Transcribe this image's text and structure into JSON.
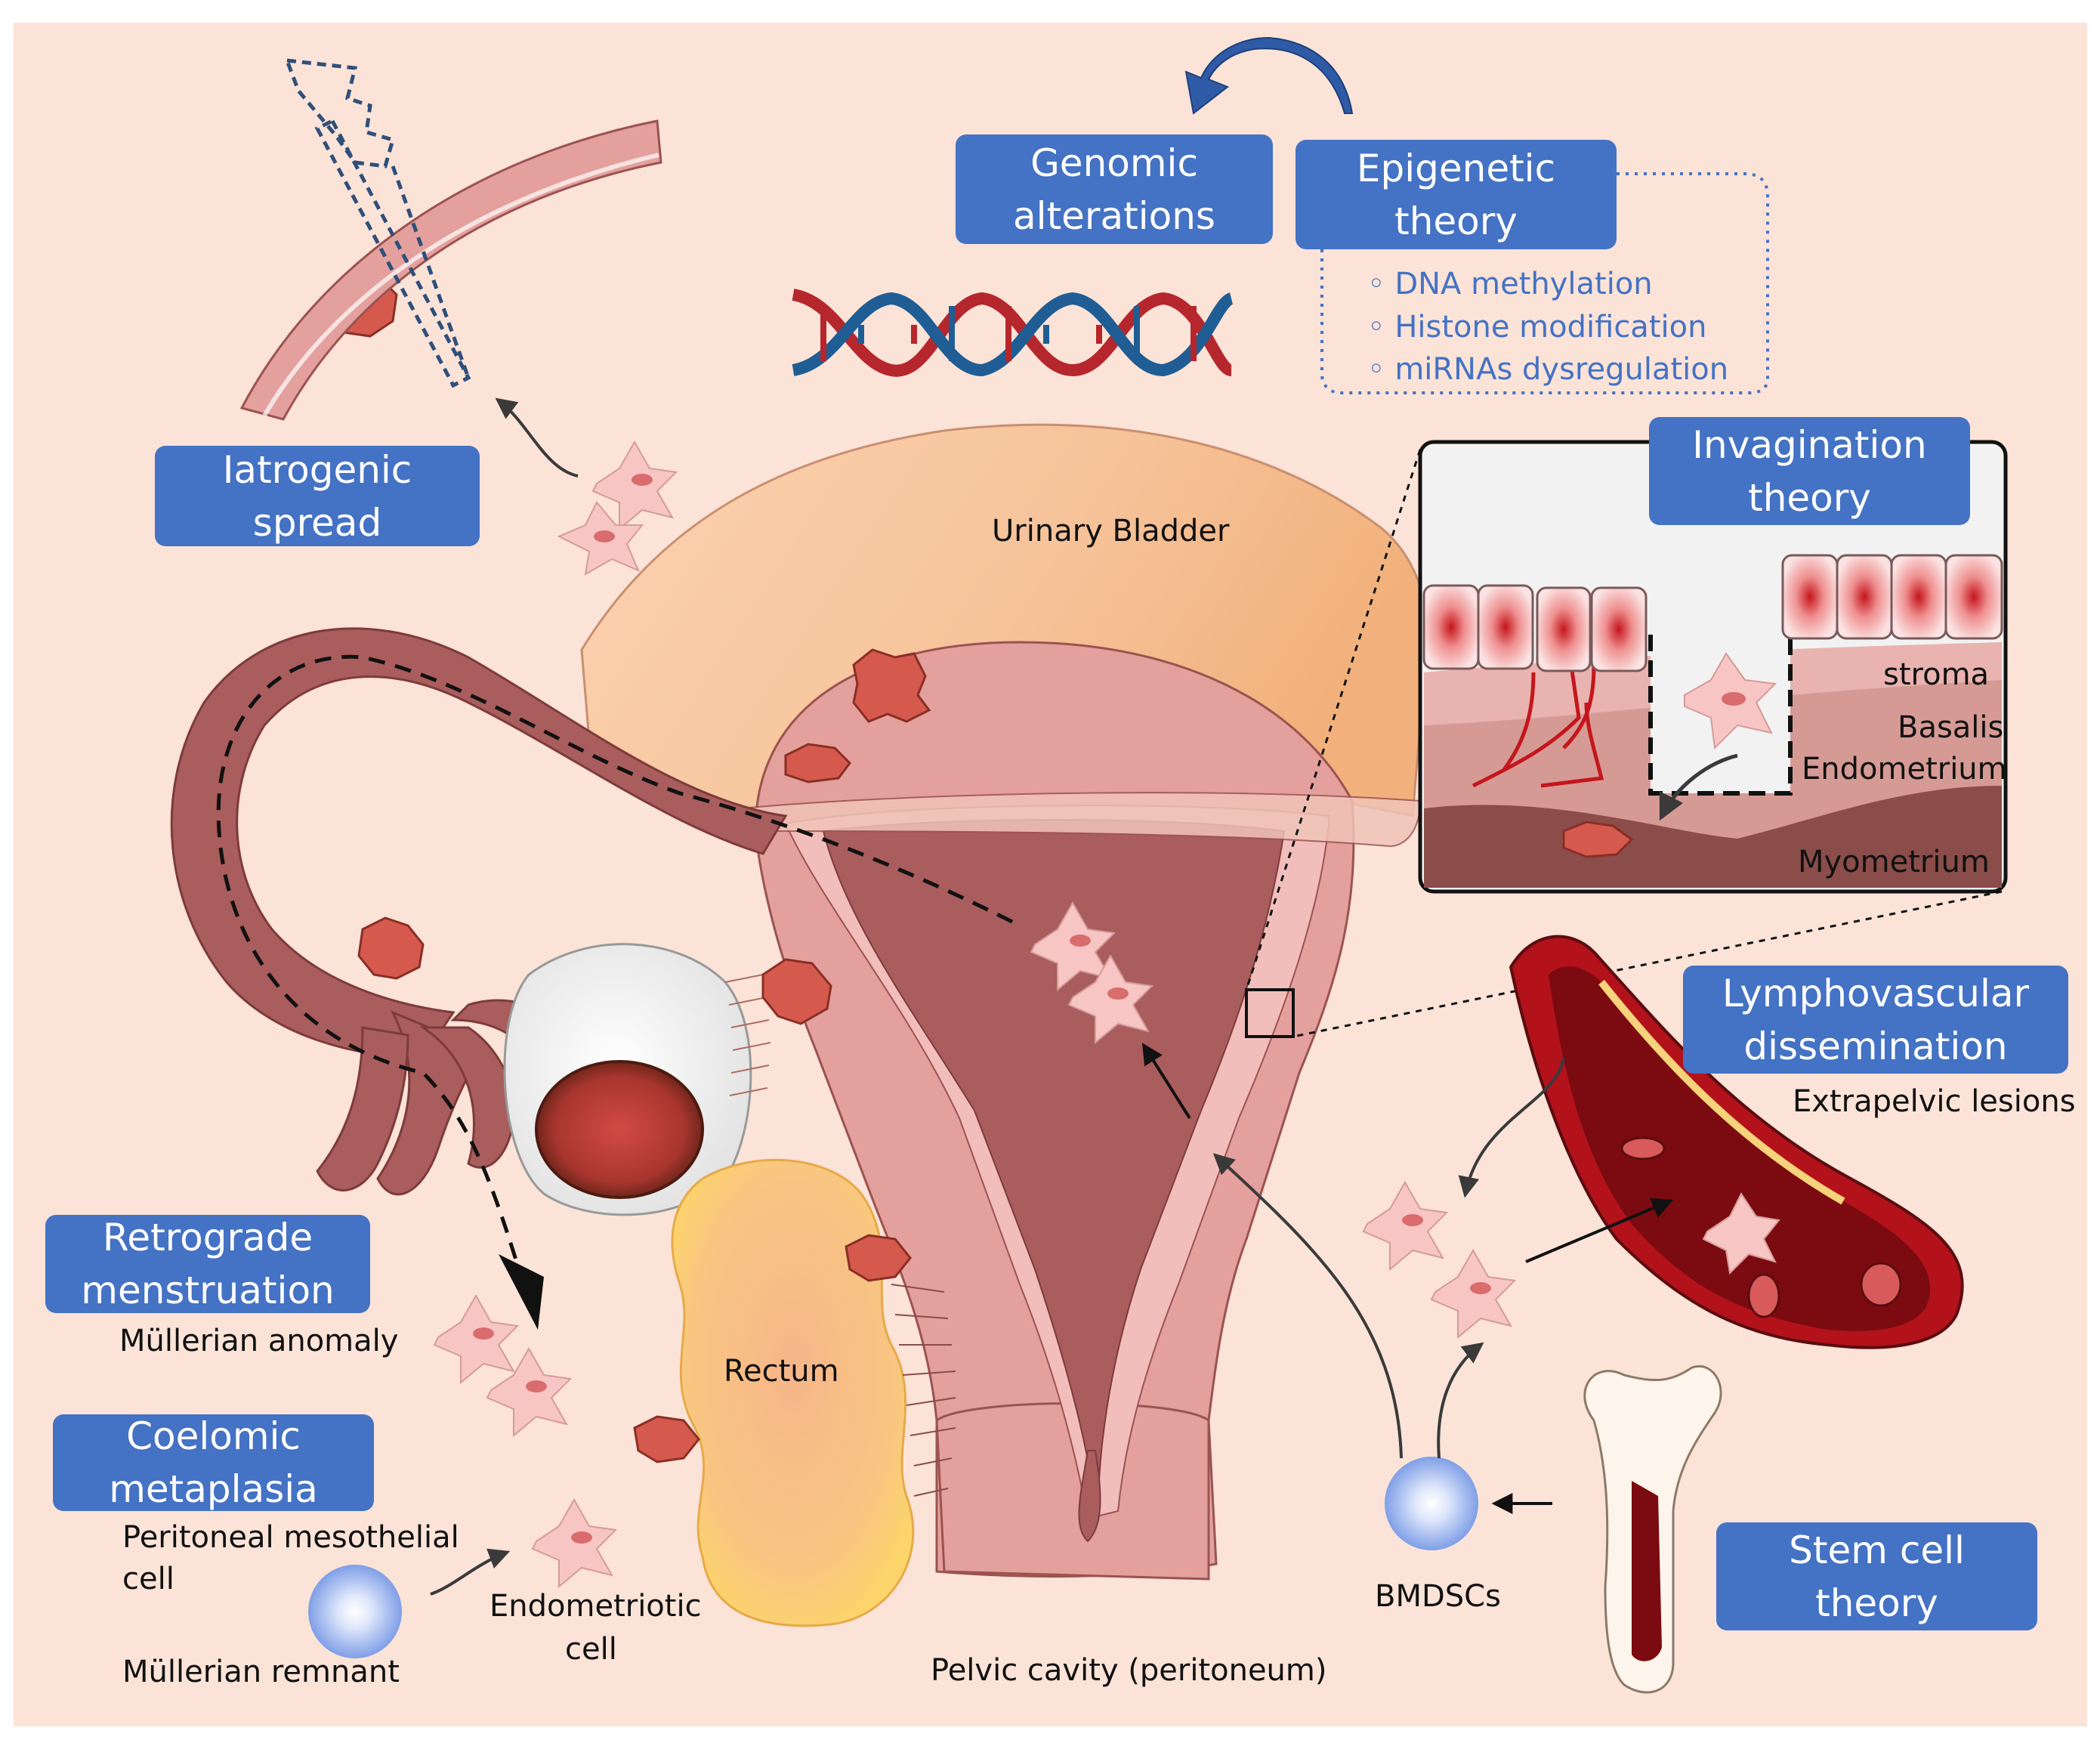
{
  "colors": {
    "background": "#fbe3d8",
    "box": "#4472c4",
    "box_text": "#ffffff",
    "bullet_text": "#4472c4",
    "uterus": "#e3a09c",
    "cavity": "#a95d5c",
    "bladder": "#f2b889",
    "rectum": "#f6c77e",
    "lesion": "#d55a4d",
    "cell": "#f7c6c4",
    "vessel": "#b3121b",
    "dna_red": "#b5272c",
    "dna_blue": "#1f5d94"
  },
  "theory_boxes": {
    "genomic": {
      "line1": "Genomic",
      "line2": "alterations"
    },
    "epigenetic": {
      "line1": "Epigenetic",
      "line2": "theory"
    },
    "iatrogenic": {
      "line1": "Iatrogenic",
      "line2": "spread"
    },
    "invagination": {
      "line1": "Invagination",
      "line2": "theory"
    },
    "lymphovascular": {
      "line1": "Lymphovascular",
      "line2": "dissemination"
    },
    "retrograde": {
      "line1": "Retrograde",
      "line2": "menstruation"
    },
    "coelomic": {
      "line1": "Coelomic",
      "line2": "metaplasia"
    },
    "stem_cell": {
      "line1": "Stem cell",
      "line2": "theory"
    }
  },
  "epigenetic_items": [
    "DNA methylation",
    "Histone modification",
    "miRNAs dysregulation"
  ],
  "labels": {
    "urinary_bladder": "Urinary Bladder",
    "rectum": "Rectum",
    "pelvic_cavity": "Pelvic cavity (peritoneum)",
    "mullerian_anomaly": "Müllerian anomaly",
    "peritoneal_line1": "Peritoneal mesothelial",
    "peritoneal_line2": "cell",
    "mullerian_remnant": "Müllerian remnant",
    "endometriotic_line1": "Endometriotic",
    "endometriotic_line2": "cell",
    "bmdscs": "BMDSCs",
    "extrapelvic": "Extrapelvic lesions"
  },
  "inset_labels": {
    "stroma": "stroma",
    "basalis": "Basalis",
    "endometrium": "Endometrium",
    "myometrium": "Myometrium"
  },
  "icons": {
    "dna": "dna-double-helix-icon",
    "syringe": "syringe-icon",
    "bone": "bone-icon",
    "stem_cell": "stem-cell-icon",
    "cycle_arrow": "curved-arrow-icon"
  }
}
